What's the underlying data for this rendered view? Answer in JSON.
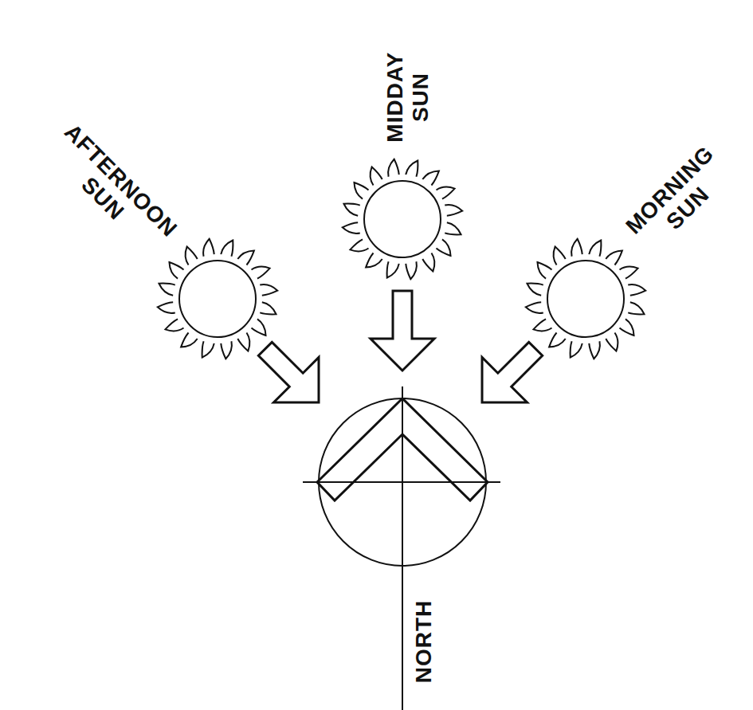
{
  "diagram": {
    "labels": [
      "AFTERNOON SUN",
      "MIDDAY SUN",
      "MORNING SUN",
      "NORTH"
    ]
  }
}
